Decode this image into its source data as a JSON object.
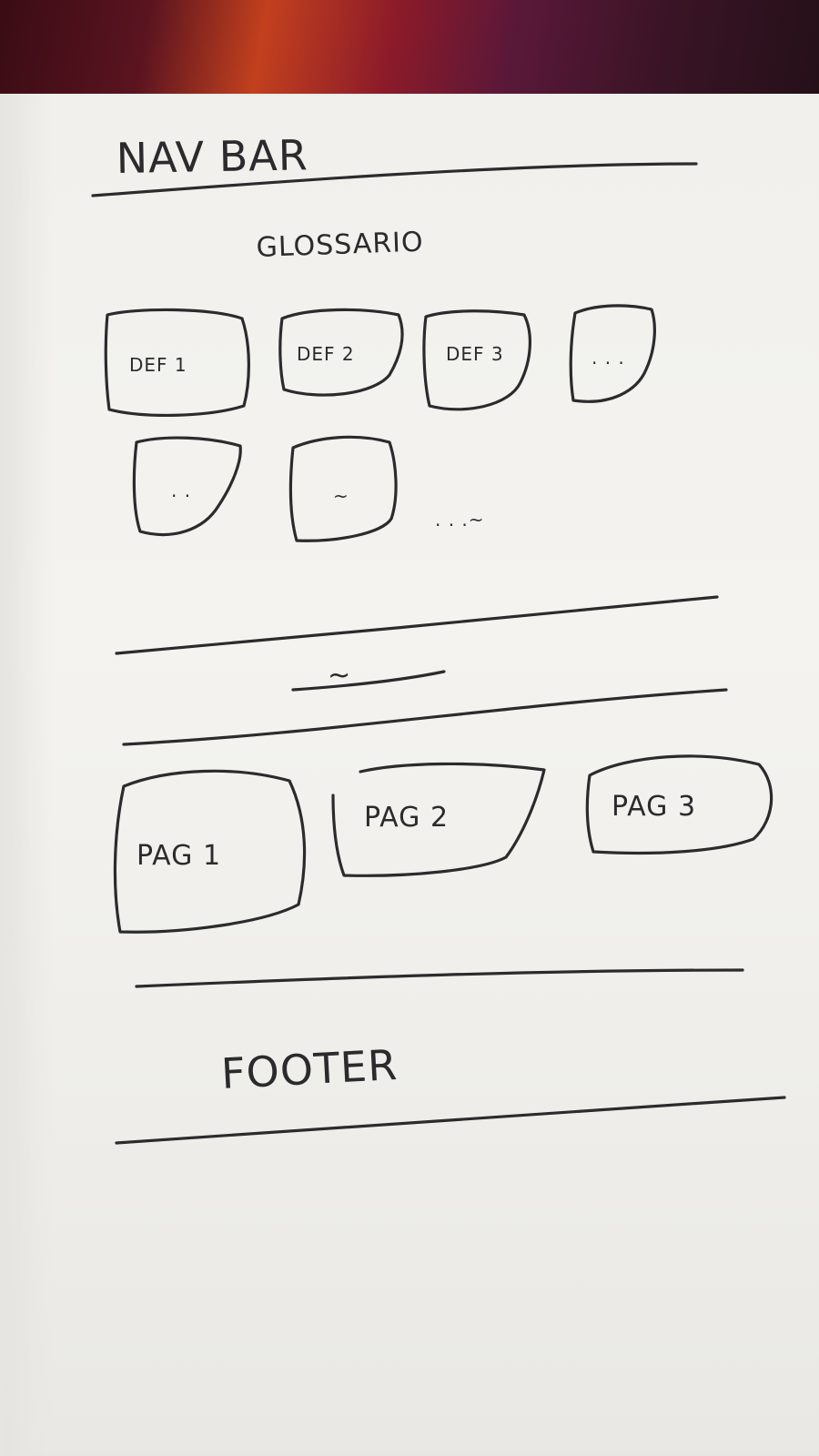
{
  "sketch": {
    "navbar_label": "NAV BAR",
    "glossary_title": "GLOSSARIO",
    "glossary_cards": [
      {
        "label": "DEF 1"
      },
      {
        "label": "DEF 2"
      },
      {
        "label": "DEF 3"
      },
      {
        "label": ". . ."
      },
      {
        "label": ". ."
      },
      {
        "label": "~"
      }
    ],
    "glossary_more": ". . .~",
    "section2_title": "~",
    "page_cards": [
      {
        "label": "PAG 1"
      },
      {
        "label": "PAG 2"
      },
      {
        "label": "PAG 3"
      }
    ],
    "footer_label": "FOOTER"
  },
  "colors": {
    "ink": "#2b2b2e",
    "paper": "#f2f1ed",
    "backdrop": "#c2401e"
  }
}
